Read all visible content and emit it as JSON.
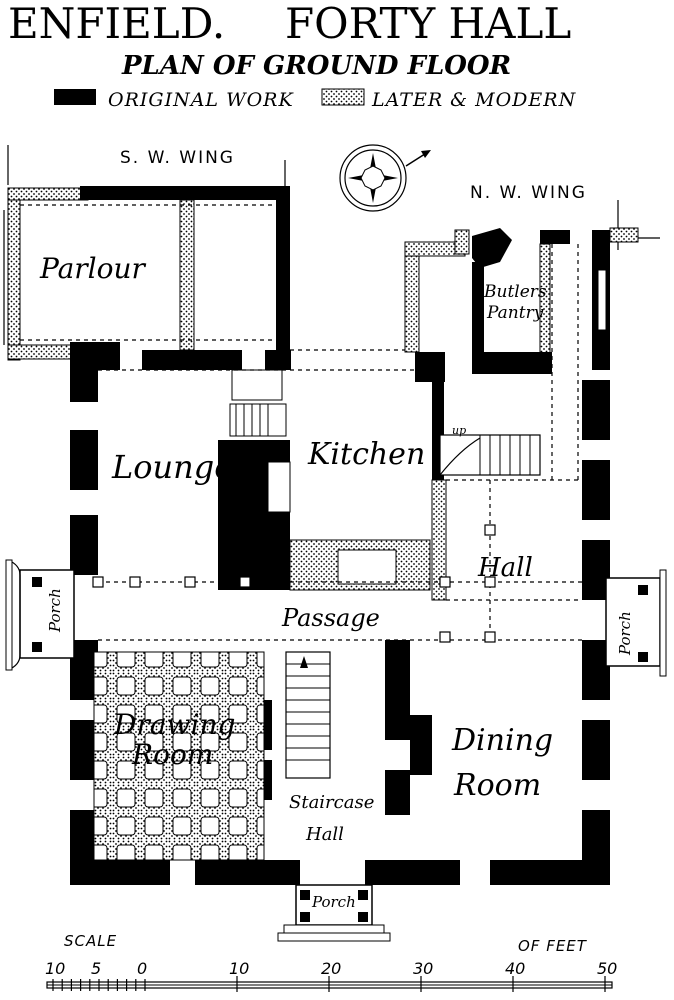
{
  "title": {
    "left": "ENFIELD.",
    "right": "FORTY HALL"
  },
  "subtitle": "PLAN OF GROUND FLOOR",
  "legend": {
    "original": "ORIGINAL WORK",
    "later": "LATER & MODERN"
  },
  "wings": {
    "sw": "S. W. WING",
    "nw": "N. W. WING"
  },
  "rooms": {
    "parlour": "Parlour",
    "butlers_1": "Butlers",
    "butlers_2": "Pantry",
    "lounge": "Lounge",
    "kitchen": "Kitchen",
    "hall": "Hall",
    "passage": "Passage",
    "drawing_1": "Drawing",
    "drawing_2": "Room",
    "dining_1": "Dining",
    "dining_2": "Room",
    "staircase_1": "Staircase",
    "staircase_2": "Hall",
    "porch_west": "Porch",
    "porch_east": "Porch",
    "porch_south": "Porch",
    "up": "up"
  },
  "scale": {
    "label": "SCALE",
    "units": "OF FEET",
    "ticks": [
      "10",
      "5",
      "0",
      "10",
      "20",
      "30",
      "40",
      "50"
    ]
  },
  "colors": {
    "ink": "#000000",
    "paper": "#ffffff"
  },
  "icons": {
    "compass": "compass-rose-icon"
  }
}
